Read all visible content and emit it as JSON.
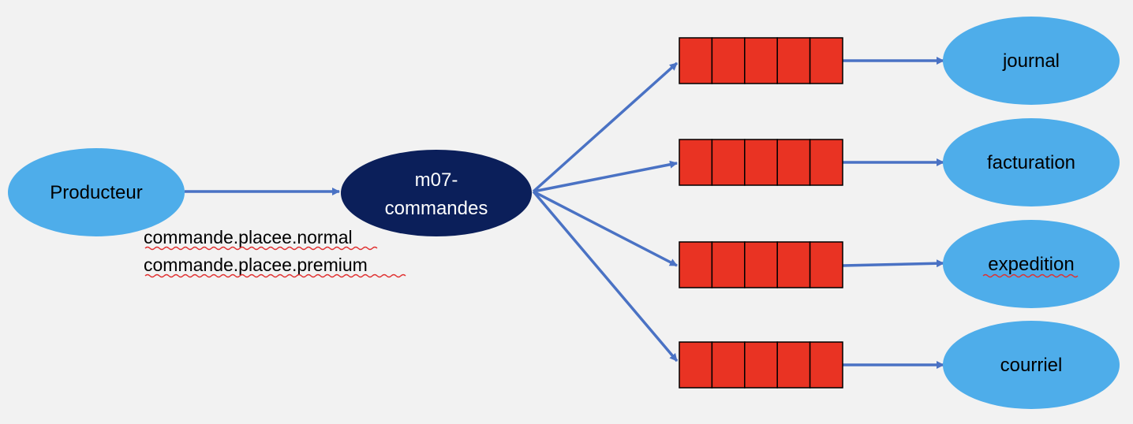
{
  "colors": {
    "background": "#f2f2f2",
    "node_light": "#4eadea",
    "node_dark": "#0b1f5a",
    "queue_fill": "#e93323",
    "queue_stroke": "#000000",
    "arrow": "#4a72c4"
  },
  "producer": {
    "label": "Producteur"
  },
  "exchange": {
    "label_line1": "m07-",
    "label_line2": "commandes"
  },
  "routing_keys": [
    "commande.placee.normal",
    "commande.placee.premium"
  ],
  "queues": [
    {
      "cells": 5
    },
    {
      "cells": 5
    },
    {
      "cells": 5
    },
    {
      "cells": 5
    }
  ],
  "consumers": [
    {
      "label": "journal"
    },
    {
      "label": "facturation"
    },
    {
      "label": "expedition"
    },
    {
      "label": "courriel"
    }
  ]
}
